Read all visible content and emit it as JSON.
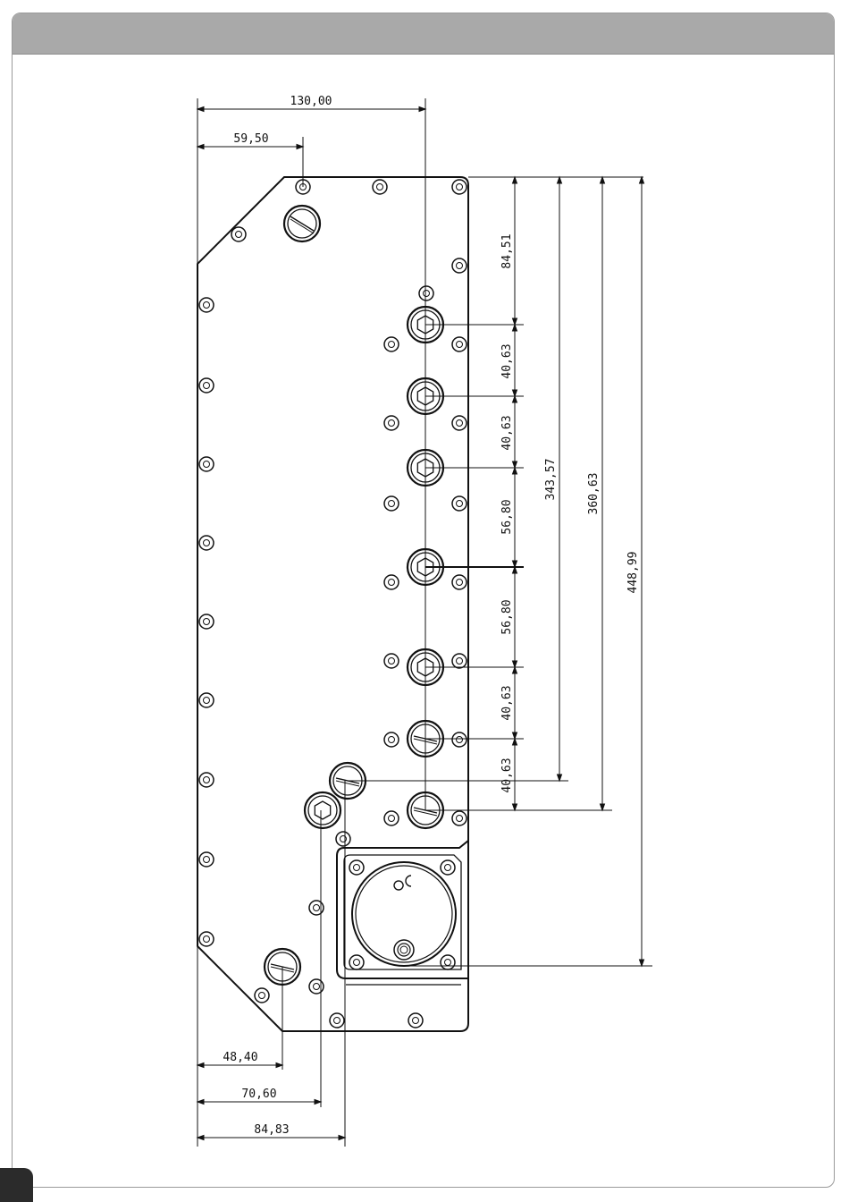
{
  "dimensions": {
    "width_130": "130,00",
    "width_59": "59,50",
    "width_48": "48,40",
    "width_70": "70,60",
    "width_84": "84,83",
    "h_84_51": "84,51",
    "h_40_63_a": "40,63",
    "h_40_63_b": "40,63",
    "h_56_80_a": "56,80",
    "h_56_80_b": "56,80",
    "h_40_63_c": "40,63",
    "h_40_63_d": "40,63",
    "h_343_57": "343,57",
    "h_360_63": "360,63",
    "h_448_99": "448,99"
  },
  "colors": {
    "header": "#a9a9a9",
    "tab": "#2b2b2b",
    "line": "#111111"
  }
}
